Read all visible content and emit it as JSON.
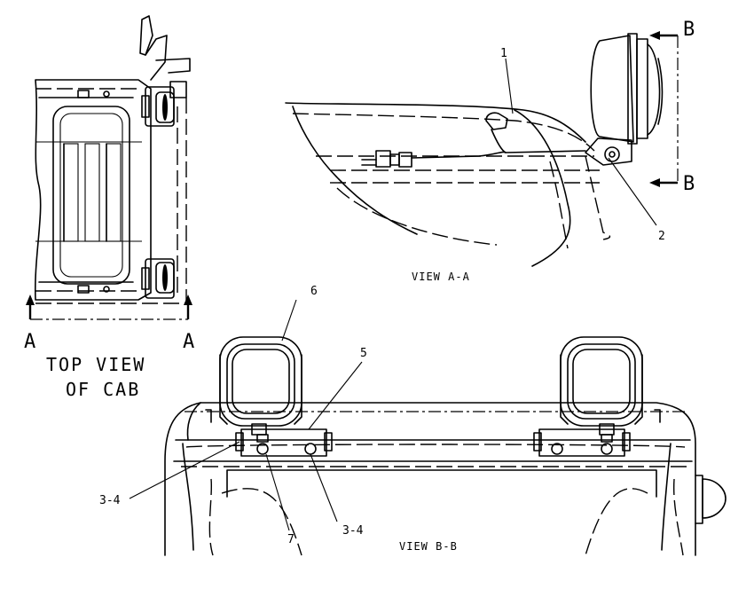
{
  "callouts": {
    "c1": "1",
    "c2": "2",
    "c3a": "3-4",
    "c3b": "3-4",
    "c5": "5",
    "c6": "6",
    "c7": "7"
  },
  "section_letters": {
    "a_left": "A",
    "a_right": "A",
    "b_top": "B",
    "b_bottom": "B"
  },
  "view_titles": {
    "top_line1": "TOP VIEW",
    "top_line2": "OF CAB",
    "view_aa": "VIEW A-A",
    "view_bb": "VIEW B-B"
  }
}
